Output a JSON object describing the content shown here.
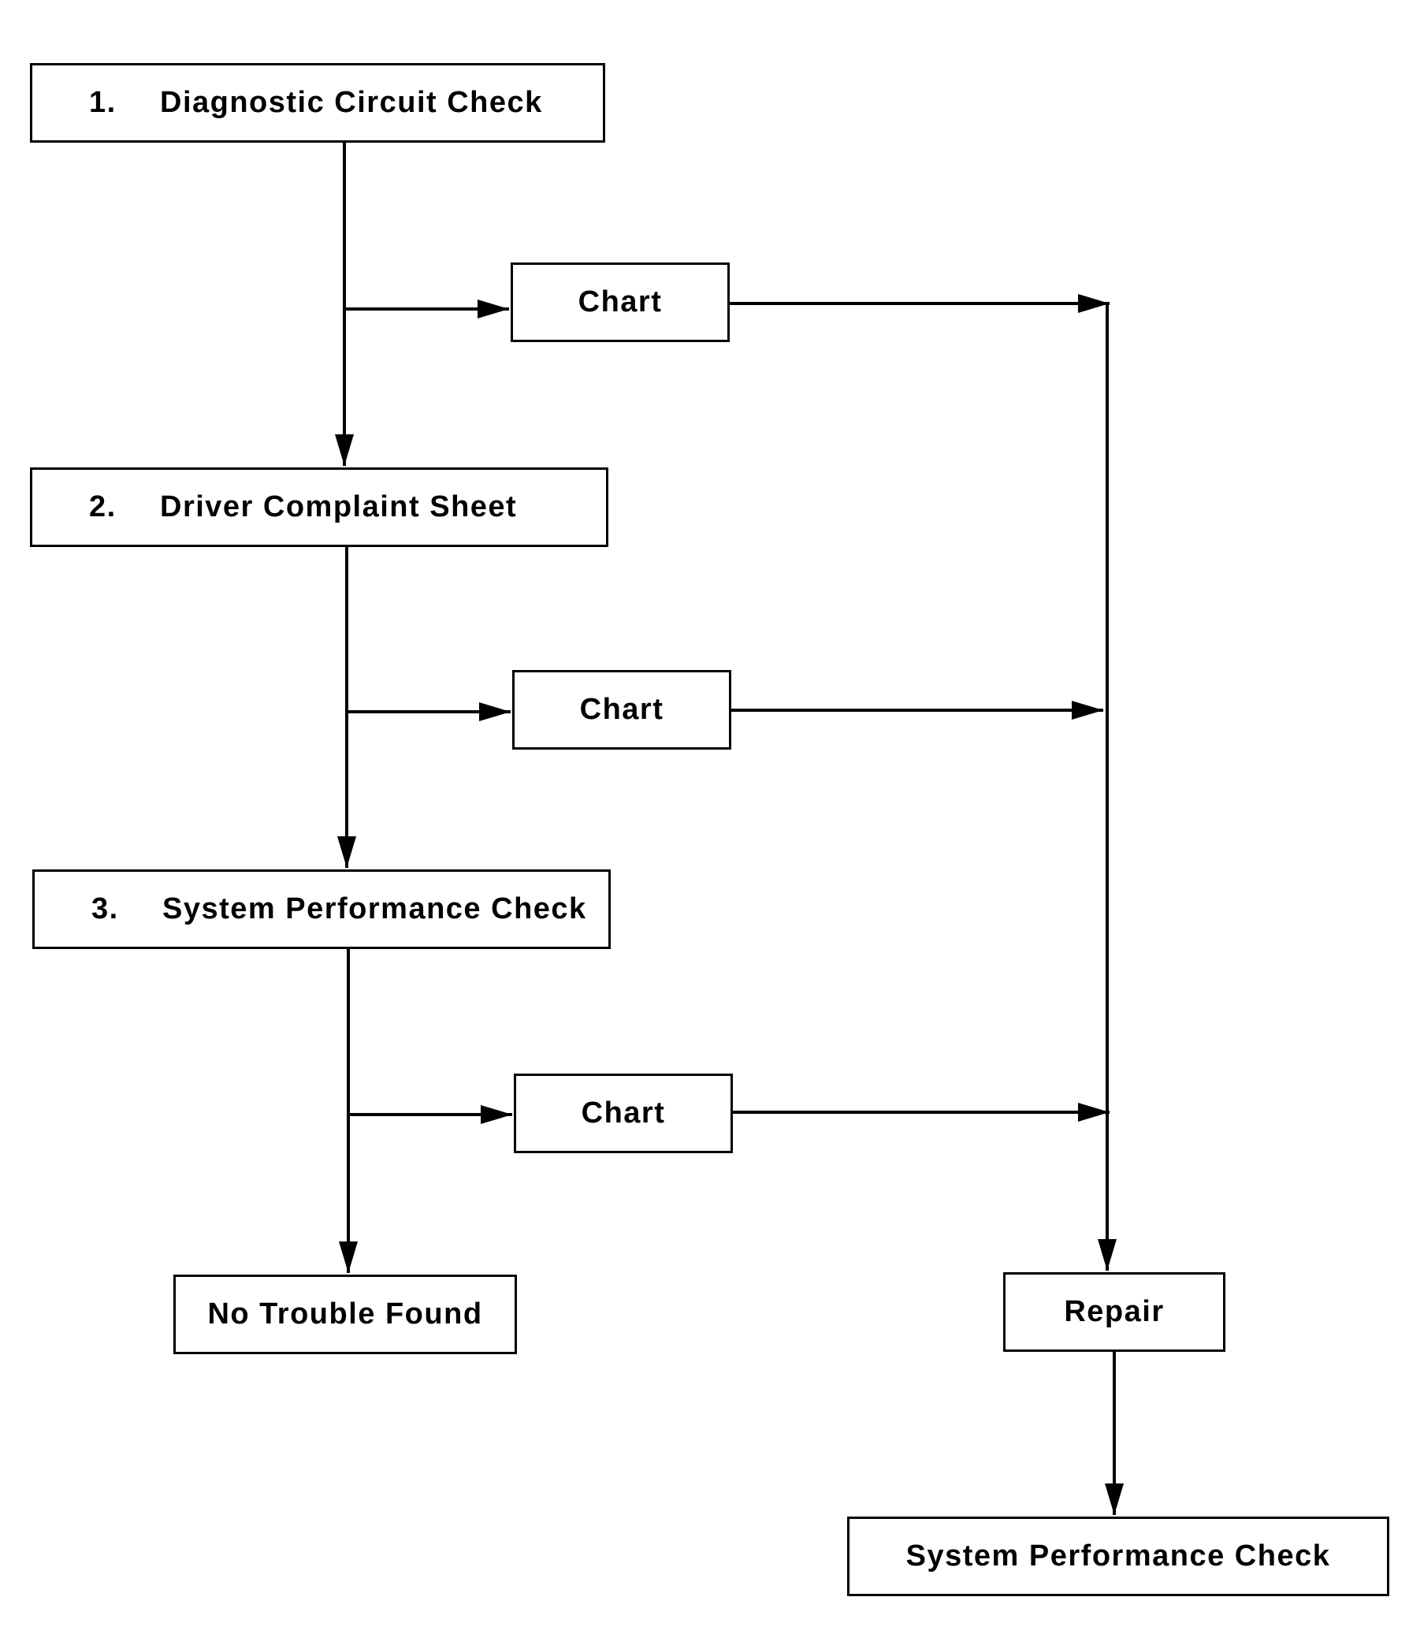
{
  "diagram": {
    "type": "flowchart",
    "steps": [
      {
        "id": "diagnostic",
        "number": "1.",
        "label": "Diagnostic Circuit Check"
      },
      {
        "id": "driver",
        "number": "2.",
        "label": "Driver Complaint Sheet"
      },
      {
        "id": "system",
        "number": "3.",
        "label": "System Performance Check"
      }
    ],
    "charts": [
      {
        "id": "chart-1",
        "label": "Chart"
      },
      {
        "id": "chart-2",
        "label": "Chart"
      },
      {
        "id": "chart-3",
        "label": "Chart"
      }
    ],
    "no_trouble": {
      "label": "No Trouble Found"
    },
    "repair": {
      "label": "Repair"
    },
    "final_check": {
      "label": "System Performance Check"
    },
    "edges": [
      {
        "from": "diagnostic",
        "to": "driver"
      },
      {
        "from": "diagnostic",
        "to": "chart-1"
      },
      {
        "from": "chart-1",
        "to": "repair"
      },
      {
        "from": "driver",
        "to": "system"
      },
      {
        "from": "driver",
        "to": "chart-2"
      },
      {
        "from": "chart-2",
        "to": "repair"
      },
      {
        "from": "system",
        "to": "no_trouble"
      },
      {
        "from": "system",
        "to": "chart-3"
      },
      {
        "from": "chart-3",
        "to": "repair"
      },
      {
        "from": "repair",
        "to": "final_check"
      }
    ]
  }
}
